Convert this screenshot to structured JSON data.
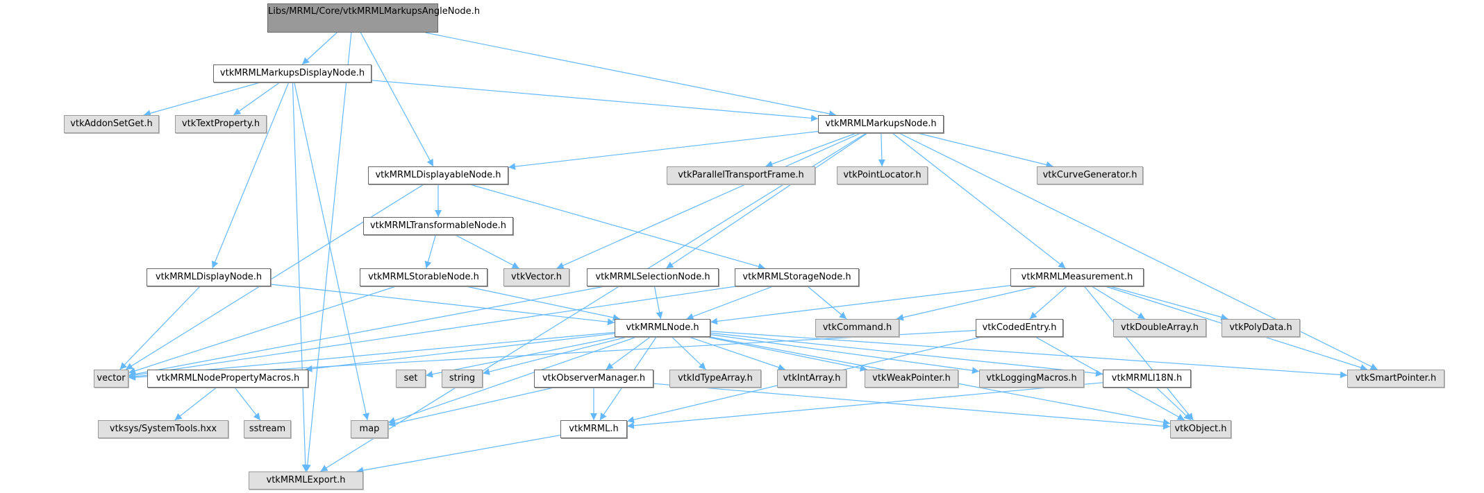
{
  "graph": {
    "edge_color": "#63b8ff",
    "nodes": [
      {
        "id": "root",
        "label": "Libs/MRML/Core/vtkMRMLMarkupsAngleNode.h",
        "style": "root"
      },
      {
        "id": "mdn",
        "label": "vtkMRMLMarkupsDisplayNode.h",
        "style": "white"
      },
      {
        "id": "addon",
        "label": "vtkAddonSetGet.h",
        "style": "gray"
      },
      {
        "id": "textprop",
        "label": "vtkTextProperty.h",
        "style": "gray"
      },
      {
        "id": "mnode",
        "label": "vtkMRMLMarkupsNode.h",
        "style": "white"
      },
      {
        "id": "displayable",
        "label": "vtkMRMLDisplayableNode.h",
        "style": "white"
      },
      {
        "id": "ptf",
        "label": "vtkParallelTransportFrame.h",
        "style": "gray"
      },
      {
        "id": "ploc",
        "label": "vtkPointLocator.h",
        "style": "gray"
      },
      {
        "id": "curve",
        "label": "vtkCurveGenerator.h",
        "style": "gray"
      },
      {
        "id": "transformable",
        "label": "vtkMRMLTransformableNode.h",
        "style": "white"
      },
      {
        "id": "displaynode",
        "label": "vtkMRMLDisplayNode.h",
        "style": "white"
      },
      {
        "id": "storable",
        "label": "vtkMRMLStorableNode.h",
        "style": "white"
      },
      {
        "id": "vector",
        "label": "vtkVector.h",
        "style": "gray"
      },
      {
        "id": "selection",
        "label": "vtkMRMLSelectionNode.h",
        "style": "white"
      },
      {
        "id": "storage",
        "label": "vtkMRMLStorageNode.h",
        "style": "white"
      },
      {
        "id": "measurement",
        "label": "vtkMRMLMeasurement.h",
        "style": "white"
      },
      {
        "id": "mrmlnode",
        "label": "vtkMRMLNode.h",
        "style": "white"
      },
      {
        "id": "command",
        "label": "vtkCommand.h",
        "style": "gray"
      },
      {
        "id": "coded",
        "label": "vtkCodedEntry.h",
        "style": "white"
      },
      {
        "id": "double",
        "label": "vtkDoubleArray.h",
        "style": "gray"
      },
      {
        "id": "polydata",
        "label": "vtkPolyData.h",
        "style": "gray"
      },
      {
        "id": "vec",
        "label": "vector",
        "style": "gray"
      },
      {
        "id": "propmacros",
        "label": "vtkMRMLNodePropertyMacros.h",
        "style": "white"
      },
      {
        "id": "set",
        "label": "set",
        "style": "gray"
      },
      {
        "id": "string",
        "label": "string",
        "style": "gray"
      },
      {
        "id": "observer",
        "label": "vtkObserverManager.h",
        "style": "white"
      },
      {
        "id": "idtype",
        "label": "vtkIdTypeArray.h",
        "style": "gray"
      },
      {
        "id": "intarray",
        "label": "vtkIntArray.h",
        "style": "gray"
      },
      {
        "id": "weak",
        "label": "vtkWeakPointer.h",
        "style": "gray"
      },
      {
        "id": "logging",
        "label": "vtkLoggingMacros.h",
        "style": "gray"
      },
      {
        "id": "i18n",
        "label": "vtkMRMLI18N.h",
        "style": "white"
      },
      {
        "id": "smart",
        "label": "vtkSmartPointer.h",
        "style": "gray"
      },
      {
        "id": "systools",
        "label": "vtksys/SystemTools.hxx",
        "style": "gray"
      },
      {
        "id": "sstream",
        "label": "sstream",
        "style": "gray"
      },
      {
        "id": "map",
        "label": "map",
        "style": "gray"
      },
      {
        "id": "vtkmrml",
        "label": "vtkMRML.h",
        "style": "white"
      },
      {
        "id": "object",
        "label": "vtkObject.h",
        "style": "gray"
      },
      {
        "id": "export",
        "label": "vtkMRMLExport.h",
        "style": "gray"
      }
    ],
    "edges": [
      [
        "root",
        "export"
      ],
      [
        "root",
        "mdn"
      ],
      [
        "root",
        "displayable"
      ],
      [
        "root",
        "mnode"
      ],
      [
        "mdn",
        "export"
      ],
      [
        "mdn",
        "addon"
      ],
      [
        "mdn",
        "textprop"
      ],
      [
        "mdn",
        "displaynode"
      ],
      [
        "mdn",
        "map"
      ],
      [
        "mdn",
        "mnode"
      ],
      [
        "mnode",
        "displayable"
      ],
      [
        "mnode",
        "ptf"
      ],
      [
        "mnode",
        "ploc"
      ],
      [
        "mnode",
        "curve"
      ],
      [
        "mnode",
        "vector"
      ],
      [
        "mnode",
        "selection"
      ],
      [
        "mnode",
        "measurement"
      ],
      [
        "mnode",
        "smart"
      ],
      [
        "mnode",
        "export"
      ],
      [
        "displayable",
        "vec"
      ],
      [
        "displayable",
        "transformable"
      ],
      [
        "displayable",
        "storage"
      ],
      [
        "transformable",
        "storable"
      ],
      [
        "transformable",
        "vector"
      ],
      [
        "displaynode",
        "vec"
      ],
      [
        "displaynode",
        "mrmlnode"
      ],
      [
        "storable",
        "vec"
      ],
      [
        "storable",
        "mrmlnode"
      ],
      [
        "selection",
        "vec"
      ],
      [
        "selection",
        "mrmlnode"
      ],
      [
        "storage",
        "vec"
      ],
      [
        "storage",
        "mrmlnode"
      ],
      [
        "storage",
        "command"
      ],
      [
        "measurement",
        "mrmlnode"
      ],
      [
        "measurement",
        "command"
      ],
      [
        "measurement",
        "coded"
      ],
      [
        "measurement",
        "double"
      ],
      [
        "measurement",
        "polydata"
      ],
      [
        "measurement",
        "smart"
      ],
      [
        "measurement",
        "object"
      ],
      [
        "coded",
        "vec"
      ],
      [
        "coded",
        "object"
      ],
      [
        "coded",
        "vtkmrml"
      ],
      [
        "mrmlnode",
        "vec"
      ],
      [
        "mrmlnode",
        "propmacros"
      ],
      [
        "mrmlnode",
        "map"
      ],
      [
        "mrmlnode",
        "set"
      ],
      [
        "mrmlnode",
        "string"
      ],
      [
        "mrmlnode",
        "observer"
      ],
      [
        "mrmlnode",
        "vtkmrml"
      ],
      [
        "mrmlnode",
        "idtype"
      ],
      [
        "mrmlnode",
        "intarray"
      ],
      [
        "mrmlnode",
        "weak"
      ],
      [
        "mrmlnode",
        "logging"
      ],
      [
        "mrmlnode",
        "i18n"
      ],
      [
        "mrmlnode",
        "object"
      ],
      [
        "mrmlnode",
        "smart"
      ],
      [
        "propmacros",
        "systools"
      ],
      [
        "propmacros",
        "sstream"
      ],
      [
        "observer",
        "map"
      ],
      [
        "observer",
        "vtkmrml"
      ],
      [
        "observer",
        "object"
      ],
      [
        "i18n",
        "vtkmrml"
      ],
      [
        "i18n",
        "object"
      ],
      [
        "vtkmrml",
        "export"
      ]
    ]
  }
}
